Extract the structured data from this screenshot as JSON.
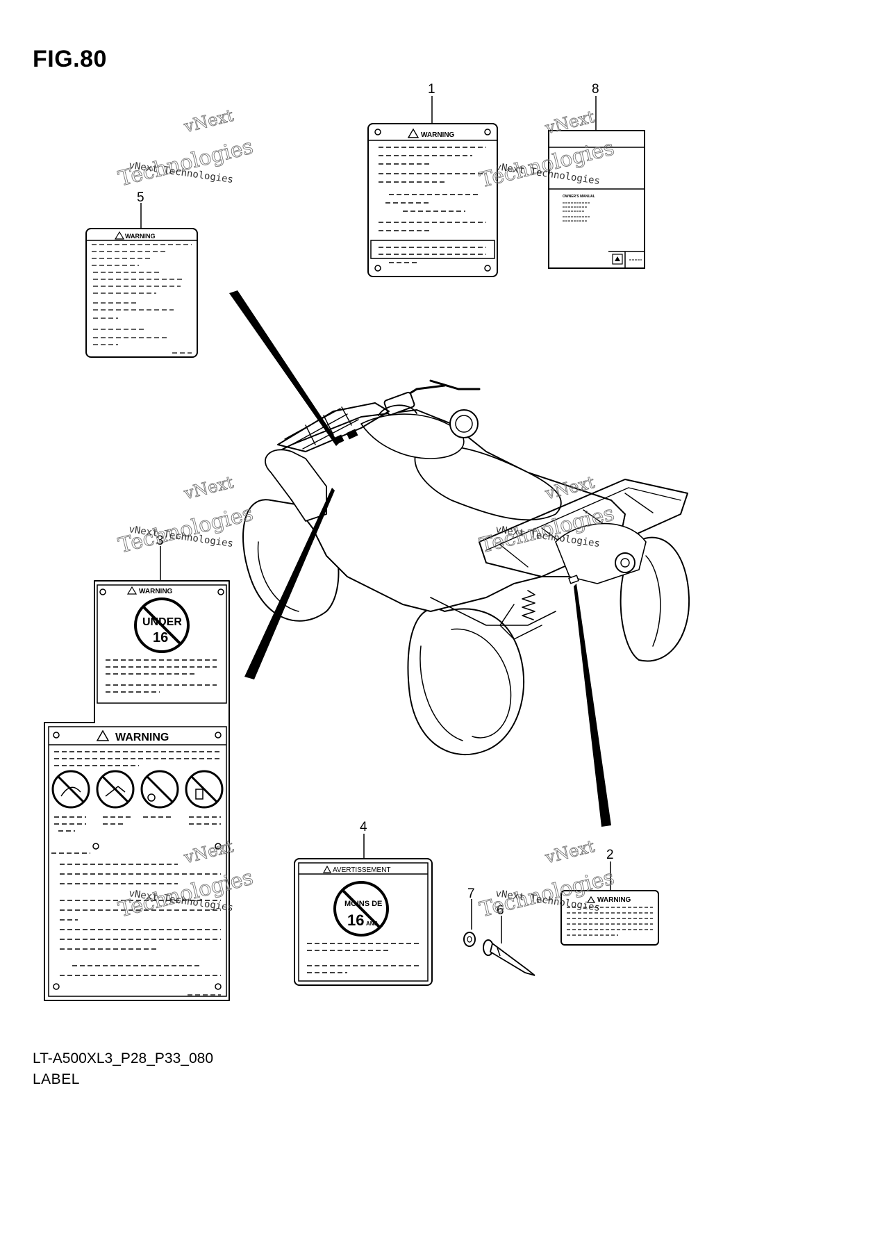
{
  "figure": {
    "title": "FIG.80"
  },
  "footer": {
    "code": "LT-A500XL3_P28_P33_080",
    "caption": "LABEL"
  },
  "watermark": {
    "line1": "vNext",
    "line2": "vNext Technologies",
    "line3": "Technologies"
  },
  "callouts": [
    "1",
    "2",
    "3",
    "4",
    "5",
    "6",
    "7",
    "8"
  ],
  "labels": {
    "warning": "WARNING",
    "under16_top": "UNDER",
    "under16_num": "16",
    "avertissement": "AVERTISSEMENT",
    "moins_top": "MOINS DE",
    "moins_num": "16",
    "moins_ans": "ANS",
    "owners_manual": "OWNER'S MANUAL"
  },
  "colors": {
    "ink": "#000000",
    "paper": "#ffffff",
    "watermark": "#777777"
  },
  "icons": [
    "warning-triangle-icon",
    "no-riders-under-16-icon",
    "no-passenger-icon",
    "no-alcohol-icon",
    "no-stunt-icon",
    "no-drugs-icon",
    "brand-logo-icon"
  ]
}
